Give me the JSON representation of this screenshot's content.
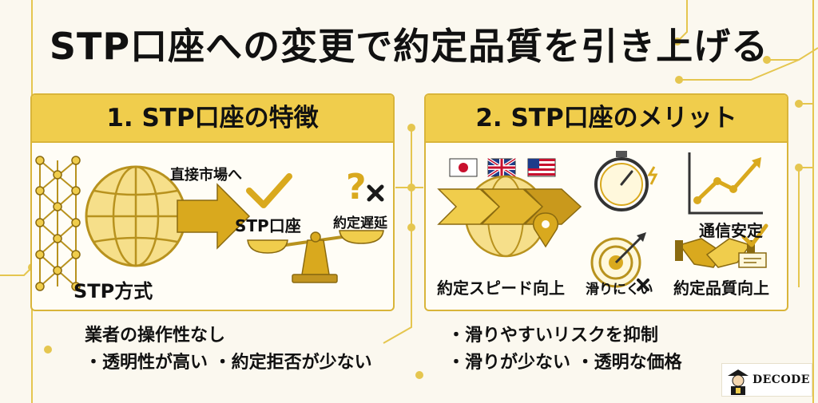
{
  "title": "STP口座への変更で約定品質を引き上げる",
  "panel1": {
    "heading": "1. STP口座の特徴",
    "direct_label": "直接市場へ",
    "stp_account_label": "STP口座",
    "delay_label": "約定遅延",
    "method_label": "STP方式",
    "bullets": [
      "業者の操作性なし",
      "・透明性が高い ・約定拒否が少ない"
    ]
  },
  "panel2": {
    "heading": "2. STP口座のメリット",
    "speed_label": "約定スピード向上",
    "comm_label": "通信安定",
    "slip_label": "滑りにくい",
    "quality_label": "約定品質向上",
    "bullets": [
      "・滑りやすいリスクを抑制",
      "・滑りが少ない ・透明な価格"
    ]
  },
  "logo": {
    "text": "DECODE"
  },
  "colors": {
    "accent": "#f0cd4c",
    "gold": "#d9b53a",
    "dark": "#1a1a1a",
    "background": "#fbf8ef"
  },
  "icons": [
    "network-icon",
    "globe-icon",
    "arrow-icon",
    "check-icon",
    "question-icon",
    "cross-icon",
    "balance-scale-icon",
    "japan-flag-icon",
    "uk-flag-icon",
    "us-flag-icon",
    "stopwatch-icon",
    "target-icon",
    "growth-chart-icon",
    "handshake-icon",
    "map-pin-icon"
  ]
}
